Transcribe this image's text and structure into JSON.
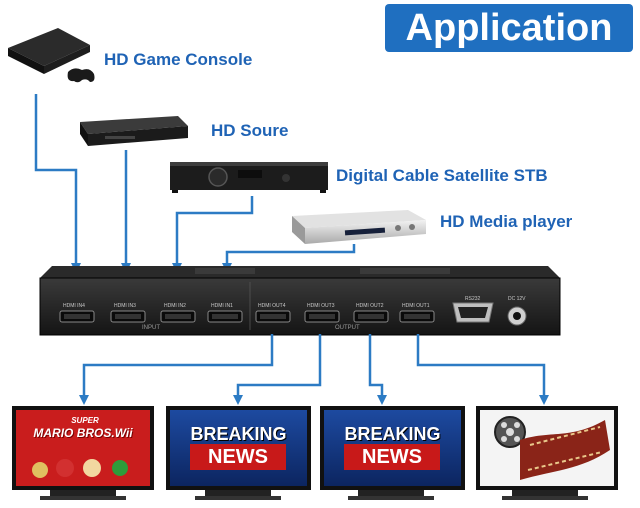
{
  "banner": {
    "title": "Application"
  },
  "sources": [
    {
      "label": "HD Game Console"
    },
    {
      "label": "HD Soure"
    },
    {
      "label": "Digital Cable  Satellite STB"
    },
    {
      "label": "HD Media player"
    }
  ],
  "switcher": {
    "input_ports": [
      "HDMI IN4",
      "HDMI IN3",
      "HDMI IN2",
      "HDMI IN1"
    ],
    "output_ports": [
      "HDMI OUT4",
      "HDMI OUT3",
      "HDMI OUT2",
      "HDMI OUT1"
    ],
    "input_group_label": "INPUT",
    "output_group_label": "OUTPUT",
    "rs232_label": "RS232",
    "power_label": "DC 12V"
  },
  "tvs": [
    {
      "title_small": "SUPER",
      "title_main": "MARIO BROS.Wii"
    },
    {
      "headline_top": "BREAKING",
      "headline_bottom": "NEWS"
    },
    {
      "headline_top": "BREAKING",
      "headline_bottom": "NEWS"
    },
    {
      "content": "film-reel"
    }
  ],
  "colors": {
    "accent_blue": "#1f6fc0",
    "label_blue": "#1f63b5",
    "wire_blue": "#2c7bc4",
    "device_black": "#1c1c1c"
  }
}
